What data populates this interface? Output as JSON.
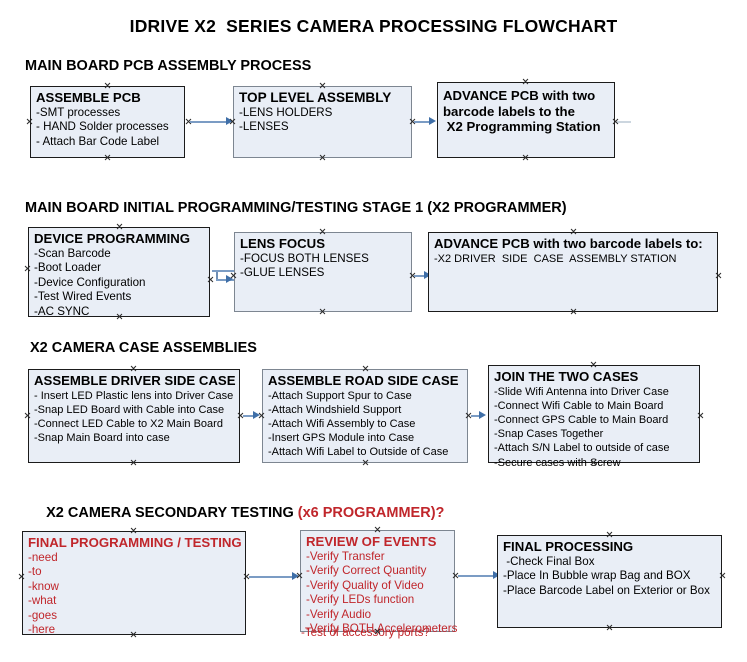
{
  "doc": {
    "title": "IDRIVE X2  SERIES CAMERA PROCESSING FLOWCHART",
    "accent_red": "#C0262B",
    "node_fill": "#E9EEF6",
    "arrow_color": "#3f6fa8"
  },
  "sections": [
    {
      "id": "s1",
      "title": "MAIN BOARD PCB ASSEMBLY PROCESS"
    },
    {
      "id": "s2",
      "title": "MAIN BOARD INITIAL PROGRAMMING/TESTING STAGE 1 (X2 PROGRAMMER)"
    },
    {
      "id": "s3",
      "title": "X2 CAMERA CASE ASSEMBLIES"
    },
    {
      "id": "s4",
      "title": "X2 CAMERA SECONDARY TESTING ",
      "title_red": "(x6 PROGRAMMER)?"
    }
  ],
  "nodes": {
    "assemble_pcb": {
      "header": "ASSEMBLE PCB",
      "items": [
        "-SMT processes",
        "- HAND Solder processes",
        "- Attach Bar Code Label"
      ]
    },
    "top_level_assembly": {
      "header": "TOP LEVEL ASSEMBLY",
      "items": [
        "-LENS HOLDERS",
        "-LENSES"
      ]
    },
    "advance_pcb_station": {
      "header": "ADVANCE PCB with two",
      "header_line2": "barcode labels to the",
      "header_line3": " X2 Programming Station",
      "items": []
    },
    "device_programming": {
      "header": "DEVICE PROGRAMMING",
      "items": [
        "-Scan Barcode",
        "-Boot Loader",
        "-Device Configuration",
        "-Test Wired Events",
        "-AC SYNC"
      ]
    },
    "lens_focus": {
      "header": "LENS FOCUS",
      "items": [
        "-FOCUS BOTH LENSES",
        "-GLUE LENSES"
      ]
    },
    "advance_pcb_driver": {
      "header": "ADVANCE PCB with two barcode labels to:",
      "items": [
        "-X2 DRIVER  SIDE  CASE  ASSEMBLY STATION"
      ]
    },
    "driver_side_case": {
      "header": "ASSEMBLE DRIVER SIDE CASE",
      "items": [
        "- Insert LED Plastic lens into Driver Case",
        "-Snap LED Board with Cable into Case",
        "-Connect LED Cable to X2 Main Board",
        "-Snap Main Board into case"
      ]
    },
    "road_side_case": {
      "header": "ASSEMBLE ROAD SIDE CASE",
      "items": [
        "-Attach Support Spur to Case",
        "-Attach Windshield Support",
        "-Attach Wifi Assembly to Case",
        "-Insert GPS Module into Case",
        "-Attach Wifi Label to Outside of Case"
      ]
    },
    "join_two_cases": {
      "header": "JOIN THE TWO CASES",
      "items": [
        "-Slide Wifi Antenna into Driver Case",
        "-Connect Wifi Cable to Main Board",
        "-Connect GPS Cable to Main Board",
        "-Snap Cases Together",
        "-Attach S/N Label to outside of case",
        "-Secure cases with Screw"
      ]
    },
    "final_programming": {
      "header": "FINAL PROGRAMMING / TESTING",
      "items": [
        "-need",
        "-to",
        "-know",
        "-what",
        "-goes",
        "-here"
      ]
    },
    "review_of_events": {
      "header": "REVIEW OF EVENTS",
      "items": [
        "-Verify Transfer",
        "-Verify Correct Quantity",
        "-Verify Quality of Video",
        "-Verify LEDs function",
        "-Verify Audio",
        "-Verify BOTH Accelerometers"
      ],
      "overflow_item": "-Test of accessory ports?"
    },
    "final_processing": {
      "header": "FINAL PROCESSING",
      "items": [
        " -Check Final Box",
        "-Place In Bubble wrap Bag and BOX",
        "-Place Barcode Label on Exterior or Box"
      ]
    }
  }
}
